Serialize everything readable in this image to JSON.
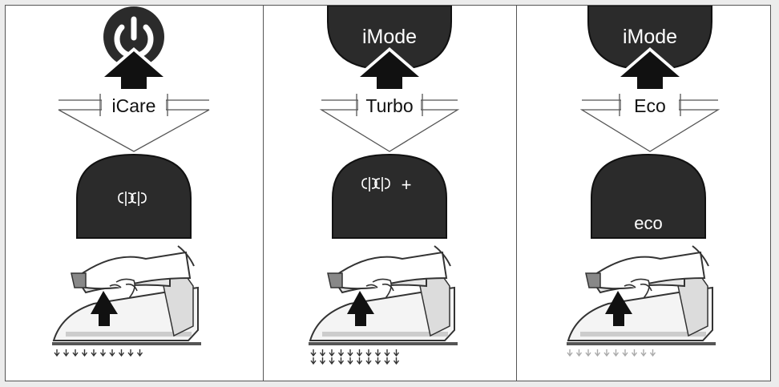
{
  "panels": [
    {
      "top_button": {
        "type": "power",
        "icon": "power-icon",
        "label": ""
      },
      "mode_label": "iCare",
      "result_button": {
        "icon": "steam-icon",
        "text": "",
        "extra": ""
      },
      "steam_rows": 1,
      "steam_color": "#333333"
    },
    {
      "top_button": {
        "type": "mode",
        "icon": "",
        "label": "iMode"
      },
      "mode_label": "Turbo",
      "result_button": {
        "icon": "steam-icon",
        "text": "",
        "extra": "+"
      },
      "steam_rows": 2,
      "steam_color": "#333333"
    },
    {
      "top_button": {
        "type": "mode",
        "icon": "",
        "label": "iMode"
      },
      "mode_label": "Eco",
      "result_button": {
        "icon": "",
        "text": "eco",
        "extra": ""
      },
      "steam_rows": 1,
      "steam_color": "#aaaaaa"
    }
  ],
  "colors": {
    "button_fill": "#2b2b2b",
    "frame": "#555555",
    "background": "#ececec"
  }
}
